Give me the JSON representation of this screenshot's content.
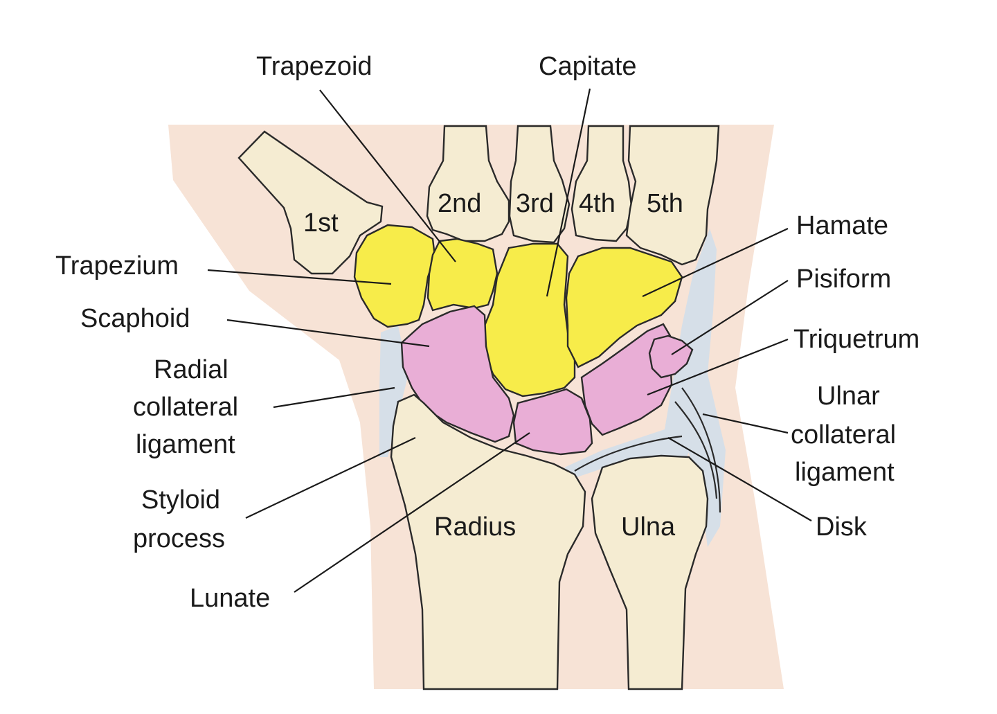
{
  "colors": {
    "skin": "#f7e3d6",
    "bone": "#f5ecd2",
    "distal_carpal": "#f7ec4a",
    "proximal_carpal": "#e9aed6",
    "ligament": "#d6dfe8"
  },
  "metacarpals": {
    "first": "1st",
    "second": "2nd",
    "third": "3rd",
    "fourth": "4th",
    "fifth": "5th"
  },
  "bones": {
    "radius": "Radius",
    "ulna": "Ulna"
  },
  "labels": {
    "trapezoid": "Trapezoid",
    "capitate": "Capitate",
    "hamate": "Hamate",
    "pisiform": "Pisiform",
    "triquetrum": "Triquetrum",
    "ulnar_collateral": [
      "Ulnar",
      "collateral",
      "ligament"
    ],
    "disk": "Disk",
    "trapezium": "Trapezium",
    "scaphoid": "Scaphoid",
    "radial_collateral": [
      "Radial",
      "collateral",
      "ligament"
    ],
    "styloid": [
      "Styloid",
      "process"
    ],
    "lunate": "Lunate"
  }
}
